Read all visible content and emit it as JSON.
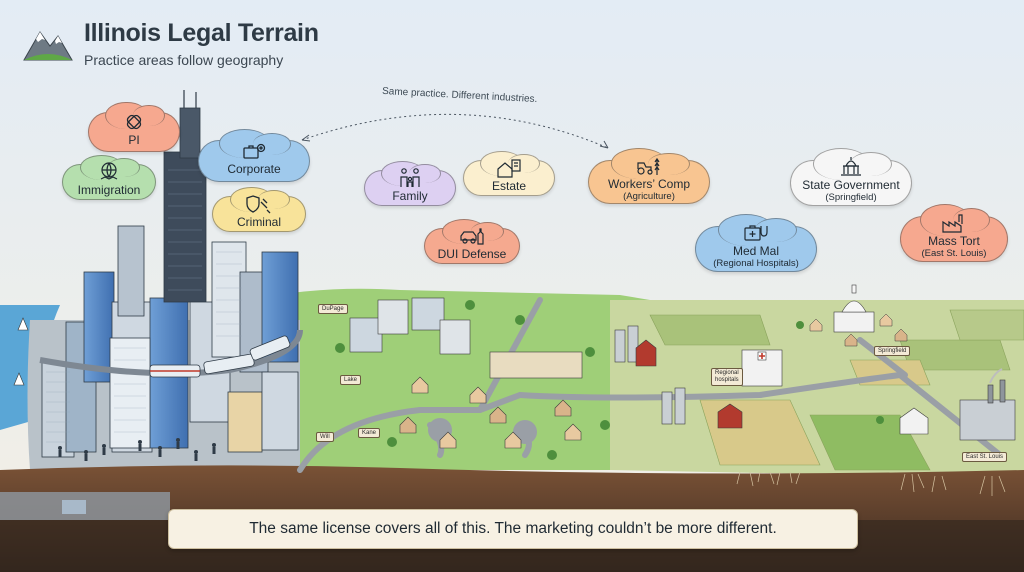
{
  "header": {
    "title": "Illinois Legal Terrain",
    "subtitle": "Practice areas follow geography"
  },
  "connector_label": "Same practice. Different industries.",
  "clouds": [
    {
      "id": "pi",
      "name": "PI",
      "sub": "",
      "color": "#f6a88f",
      "icon": "bandage-icon"
    },
    {
      "id": "corporate",
      "name": "Corporate",
      "sub": "",
      "color": "#9fc9ec",
      "icon": "briefcase-gear-icon"
    },
    {
      "id": "immigration",
      "name": "Immigration",
      "sub": "",
      "color": "#b5dfae",
      "icon": "globe-handshake-icon"
    },
    {
      "id": "criminal",
      "name": "Criminal",
      "sub": "",
      "color": "#f8e39a",
      "icon": "gavel-shield-icon"
    },
    {
      "id": "family",
      "name": "Family",
      "sub": "",
      "color": "#ddd0f2",
      "icon": "family-icon"
    },
    {
      "id": "estate",
      "name": "Estate",
      "sub": "",
      "color": "#fbefcf",
      "icon": "house-document-icon"
    },
    {
      "id": "dui",
      "name": "DUI Defense",
      "sub": "",
      "color": "#f5a98f",
      "icon": "car-bottle-icon"
    },
    {
      "id": "workers",
      "name": "Workers’ Comp",
      "sub": "(Agriculture)",
      "color": "#f8c591",
      "icon": "tractor-wheat-icon"
    },
    {
      "id": "state",
      "name": "State Government",
      "sub": "(Springfield)",
      "color": "#f6f6f6",
      "icon": "capitol-icon"
    },
    {
      "id": "medmal",
      "name": "Med Mal",
      "sub": "(Regional Hospitals)",
      "color": "#9fc9ec",
      "icon": "medical-kit-icon"
    },
    {
      "id": "masstort",
      "name": "Mass Tort",
      "sub": "(East St. Louis)",
      "color": "#f6a88f",
      "icon": "factory-icon"
    }
  ],
  "signs": {
    "dupage": "DuPage",
    "lake": "Lake",
    "will": "Will",
    "kane": "Kane",
    "regional": "Regional hospitals",
    "springfield": "Springfield",
    "eslouis": "East St. Louis"
  },
  "banner": "The same license covers all of this. The marketing couldn’t be more different.",
  "colors": {
    "sky_top": "#e3ecf5",
    "sky_bottom": "#f1efe6",
    "lake": "#5aa6d6",
    "grass": "#9fcf78",
    "field": "#c9d7a0",
    "soil": "#6d4a32",
    "soil_deep": "#3b2a20",
    "road": "#9a9fa6"
  }
}
